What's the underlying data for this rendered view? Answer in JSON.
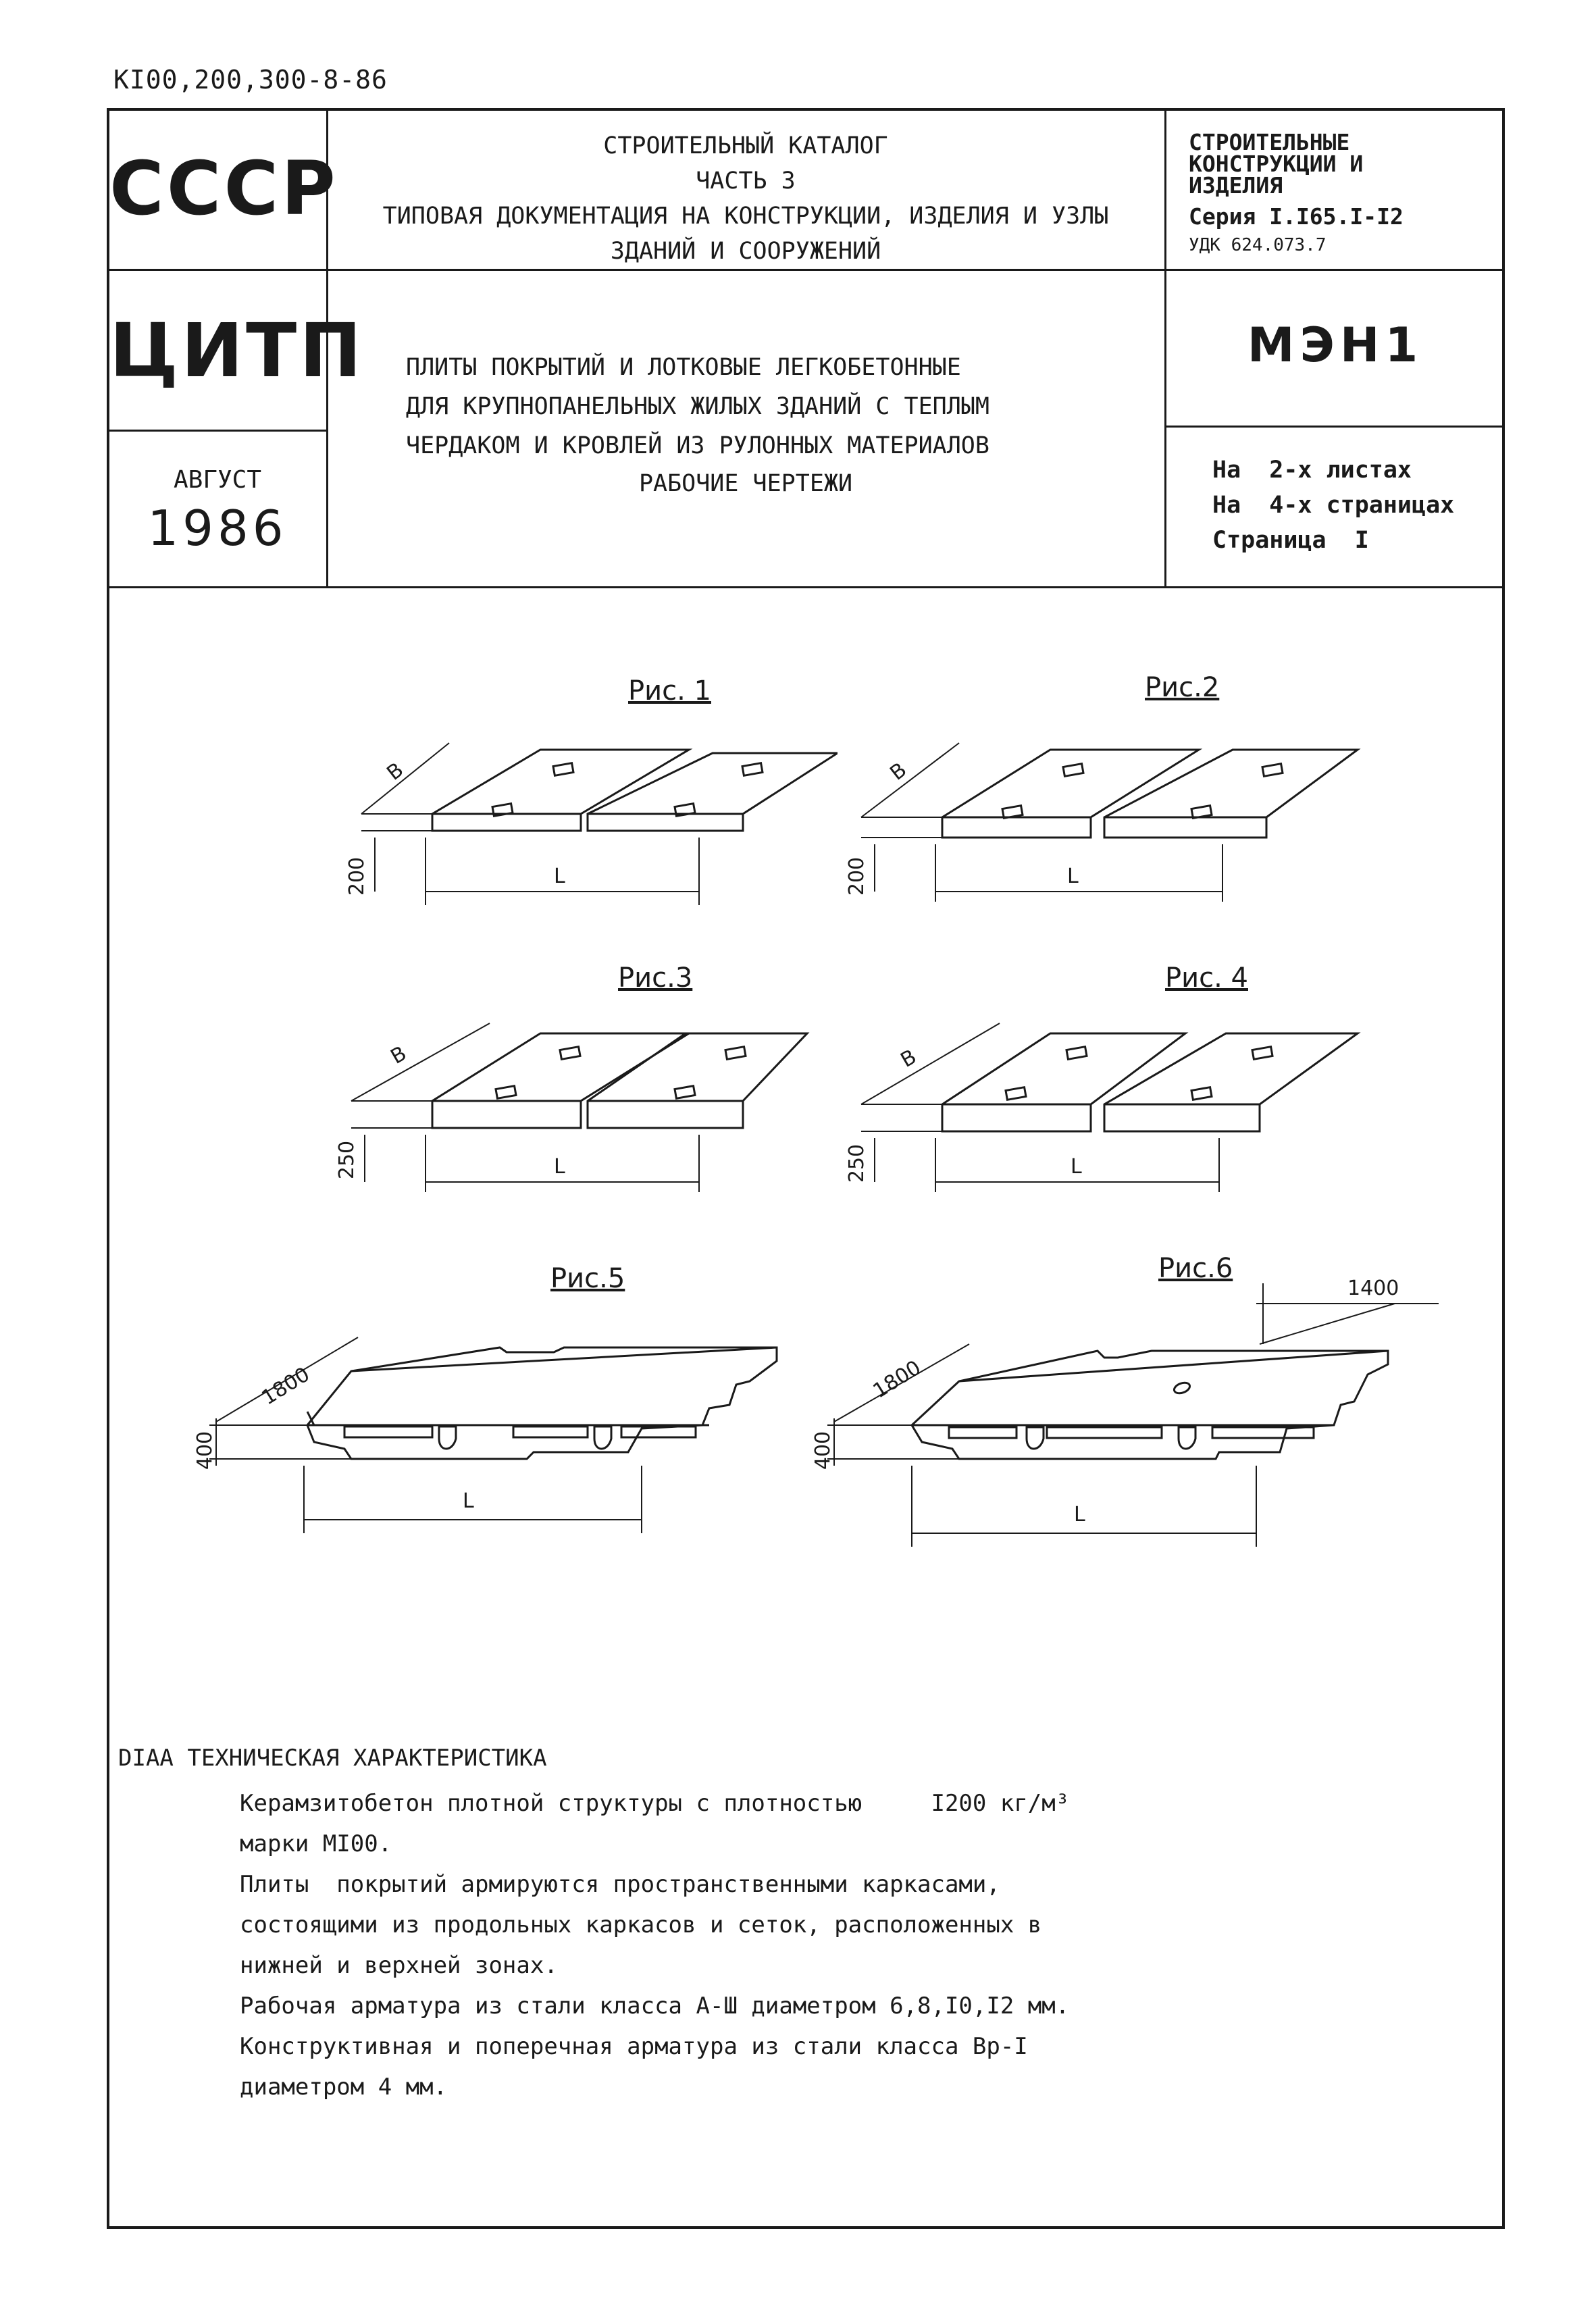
{
  "header": {
    "doc_code": "KI00,200,300-8-86",
    "org_country": "СССР",
    "org_name": "ЦИТП",
    "month": "АВГУСТ",
    "year": "1986",
    "catalog_title": "СТРОИТЕЛЬНЫЙ КАТАЛОГ",
    "catalog_part": "ЧАСТЬ 3",
    "catalog_subtitle_1": "ТИПОВАЯ ДОКУМЕНТАЦИЯ НА КОНСТРУКЦИИ, ИЗДЕЛИЯ И УЗЛЫ",
    "catalog_subtitle_2": "ЗДАНИЙ И СООРУЖЕНИЙ",
    "section_1": "СТРОИТЕЛЬНЫЕ",
    "section_2": "КОНСТРУКЦИИ И",
    "section_3": "ИЗДЕЛИЯ",
    "series": "Серия I.I65.I-I2",
    "udk": "УДК 624.073.7",
    "product_title_1": "ПЛИТЫ ПОКРЫТИЙ И ЛОТКОВЫЕ ЛЕГКОБЕТОННЫЕ",
    "product_title_2": "ДЛЯ КРУПНОПАНЕЛЬНЫХ ЖИЛЫХ ЗДАНИЙ С ТЕПЛЫМ",
    "product_title_3": "ЧЕРДАКОМ И КРОВЛЕЙ ИЗ РУЛОННЫХ МАТЕРИАЛОВ",
    "product_subtitle": "РАБОЧИЕ ЧЕРТЕЖИ",
    "code": "МЭН1",
    "sheets": "На  2-х листах",
    "pages": "На  4-х страницах",
    "page": "Страница  I"
  },
  "figures": [
    {
      "label": "Рис. 1",
      "b": "В",
      "h": "200",
      "l": "L"
    },
    {
      "label": "Рис.2",
      "b": "В",
      "h": "200",
      "l": "L"
    },
    {
      "label": "Рис.3",
      "b": "В",
      "h": "250",
      "l": "L"
    },
    {
      "label": "Рис. 4",
      "b": "В",
      "h": "250",
      "l": "L"
    },
    {
      "label": "Рис.5",
      "b": "1800",
      "h": "400",
      "l": "L"
    },
    {
      "label": "Рис.6",
      "b": "1800",
      "h": "400",
      "l": "L",
      "extra": "1400"
    }
  ],
  "tech": {
    "title": "DIAA ТЕХНИЧЕСКАЯ ХАРАКТЕРИСТИКА",
    "lines": [
      "Керамзитобетон плотной структуры с плотностью     I200 кг/м³",
      "марки MI00.",
      "Плиты  покрытий армируются пространственными каркасами,",
      "состоящими из продольных каркасов и сеток, расположенных в",
      "нижней и верхней зонах.",
      "Рабочая арматура из стали класса А-Ш диаметром 6,8,I0,I2 мм.",
      "Конструктивная и поперечная арматура из стали класса Вр-I",
      "диаметром 4 мм."
    ]
  }
}
